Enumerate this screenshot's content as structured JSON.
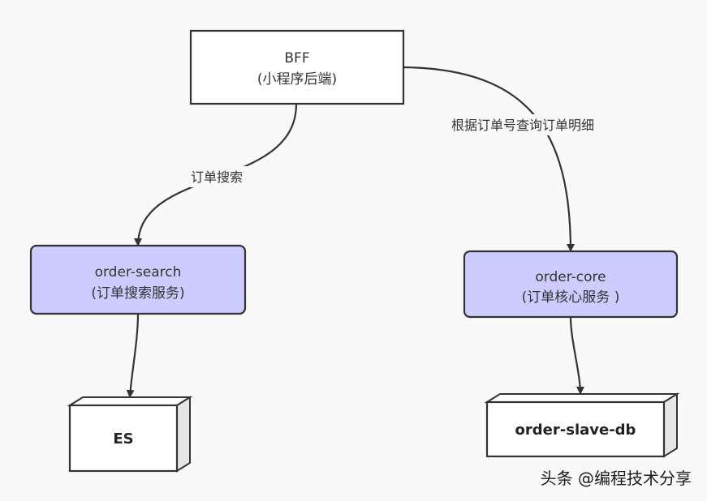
{
  "nodes": {
    "bff": {
      "line1": "BFF",
      "line2": "(小程序后端)"
    },
    "order_search": {
      "line1": "order-search",
      "line2": "(订单搜索服务)"
    },
    "order_core": {
      "line1": "order-core",
      "line2": "(订单核心服务 )"
    },
    "es": {
      "label": "ES"
    },
    "order_slave_db": {
      "label": "order-slave-db"
    }
  },
  "edges": {
    "bff_to_search": "订单搜索",
    "bff_to_core": "根据订单号查询订单明细"
  },
  "watermark": "头条 @编程技术分享",
  "colors": {
    "service_fill": "#ccccff",
    "box_fill": "#ffffff",
    "stroke": "#333333",
    "side_fill": "#e6e6e6"
  }
}
